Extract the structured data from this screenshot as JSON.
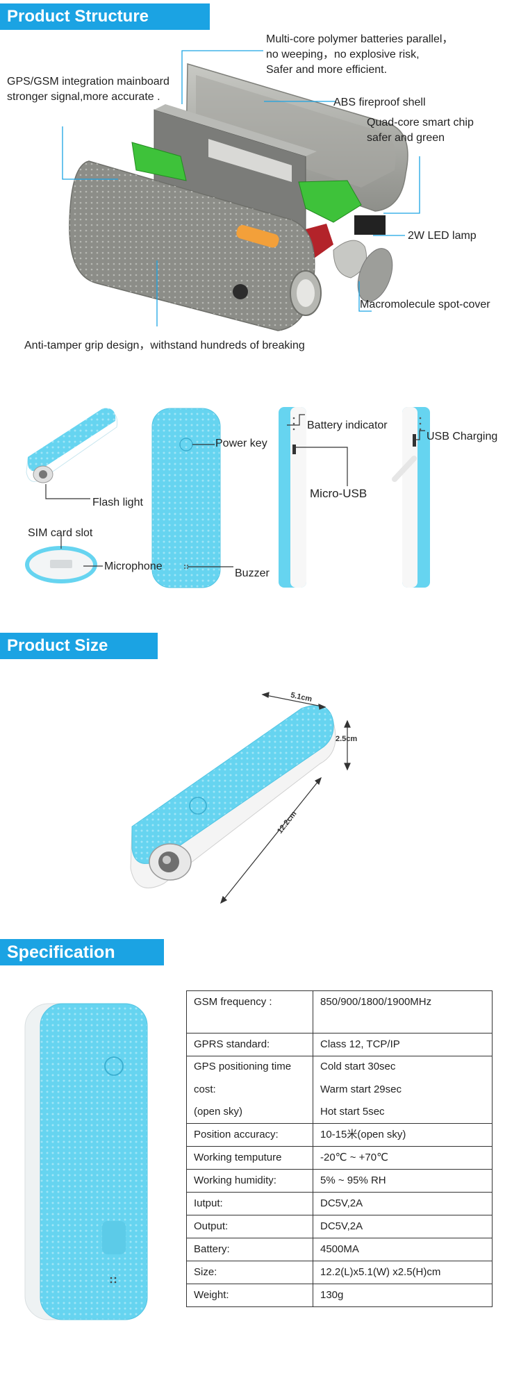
{
  "sections": {
    "structure": "Product Structure",
    "size": "Product Size",
    "specification": "Specification"
  },
  "structure_labels": {
    "batteries": "Multi-core polymer batteries parallel，\nno weeping，no explosive risk,\nSafer and more efficient.",
    "mainboard": "GPS/GSM integration mainboard\nstronger signal,more accurate .",
    "shell": "ABS fireproof shell",
    "chip": "Quad-core smart chip\nsafer and green",
    "led": "2W LED lamp",
    "spotcover": "Macromolecule spot-cover",
    "grip": "Anti-tamper grip design，withstand hundreds of breaking"
  },
  "feature_labels": {
    "power_key": "Power key",
    "battery_indicator": "Battery indicator",
    "usb_charging": "USB Charging",
    "micro_usb": "Micro-USB",
    "flash_light": "Flash light",
    "sim_slot": "SIM card slot",
    "microphone": "Microphone",
    "buzzer": "Buzzer"
  },
  "dimensions": {
    "width": "5.1cm",
    "height": "2.5cm",
    "length": "12.2cm"
  },
  "spec_rows": [
    {
      "key": [
        "GSM frequency :"
      ],
      "val": [
        "850/900/1800/1900MHz"
      ]
    },
    {
      "key": [
        "GPRS standard:"
      ],
      "val": [
        "Class 12, TCP/IP"
      ]
    },
    {
      "key": [
        "GPS positioning time",
        "cost:",
        "(open sky)"
      ],
      "val": [
        "Cold start 30sec",
        "Warm start 29sec",
        "Hot start 5sec"
      ]
    },
    {
      "key": [
        "Position accuracy:"
      ],
      "val": [
        "10-15米(open sky)"
      ]
    },
    {
      "key": [
        "Working temputure"
      ],
      "val": [
        "-20℃ ~ +70℃"
      ]
    },
    {
      "key": [
        "Working humidity:"
      ],
      "val": [
        "5% ~ 95% RH"
      ]
    },
    {
      "key": [
        "Iutput:"
      ],
      "val": [
        "DC5V,2A"
      ]
    },
    {
      "key": [
        "Output:"
      ],
      "val": [
        "DC5V,2A"
      ]
    },
    {
      "key": [
        "Battery:"
      ],
      "val": [
        "4500MA"
      ]
    },
    {
      "key": [
        "Size:"
      ],
      "val": [
        "12.2(L)x5.1(W) x2.5(H)cm"
      ]
    },
    {
      "key": [
        "Weight:"
      ],
      "val": [
        "130g"
      ]
    }
  ],
  "colors": {
    "banner": "#1ba3e3",
    "device_blue": "#66d4f0",
    "shell_gray": "#8c8d88",
    "pcb_green": "#3ec23a"
  }
}
